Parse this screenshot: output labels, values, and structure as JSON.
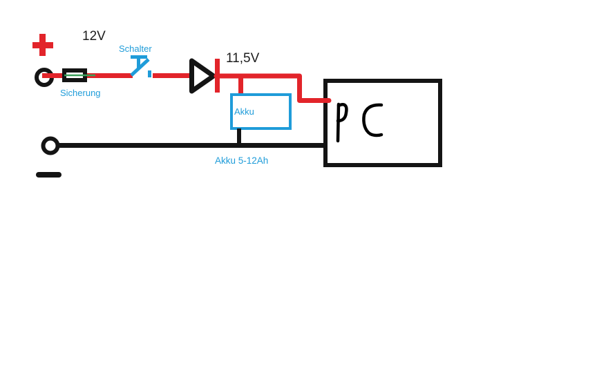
{
  "labels": {
    "source_voltage": "12V",
    "plus": "+",
    "minus": "−",
    "fuse": "Sicherung",
    "switch": "Schalter",
    "diode_output_voltage": "11,5V",
    "battery_box": "Akku",
    "battery_caption": "Akku 5-12Ah",
    "load_box": "PC"
  },
  "colors": {
    "positive_wire_red": "#e2242a",
    "negative_wire_black": "#141414",
    "annotation_blue": "#1f9cd9",
    "fuse_element_green": "#3aa05a",
    "label_text_black": "#1d1d1d",
    "background": "#ffffff"
  }
}
